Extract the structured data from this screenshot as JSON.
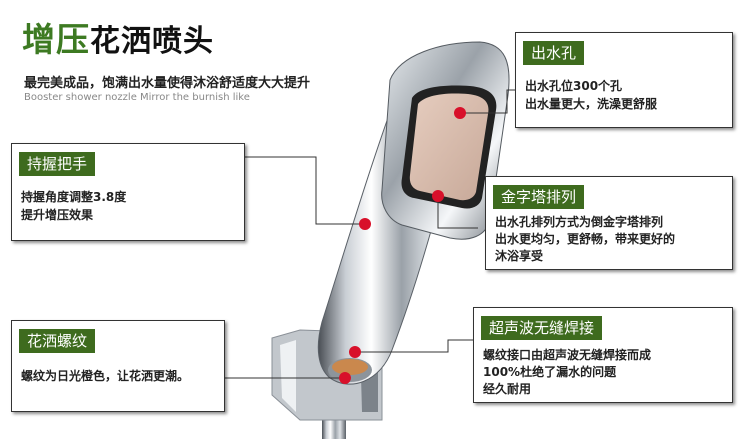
{
  "header": {
    "title_accent": "增压",
    "title_rest": "花洒喷头",
    "subtitle": "最完美成品，饱满出水量使得沐浴舒适度大大提升",
    "subtitle_en": "Booster shower nozzle Mirror the burnish like"
  },
  "callouts": [
    {
      "title": "出水孔",
      "lines": [
        "出水孔位300个孔",
        "出水量更大，洗澡更舒服"
      ]
    },
    {
      "title": "持握把手",
      "lines": [
        "持握角度调整3.8度",
        "提升增压效果"
      ]
    },
    {
      "title": "金字塔排列",
      "lines": [
        "出水孔排列方式为倒金字塔排列",
        "出水更均匀，更舒畅，带来更好的",
        "沐浴享受"
      ]
    },
    {
      "title": "超声波无缝焊接",
      "lines": [
        "螺纹接口由超声波无缝焊接而成",
        "100%杜绝了漏水的问题",
        "经久耐用"
      ]
    },
    {
      "title": "花洒螺纹",
      "lines": [
        "螺纹为日光橙色，让花洒更潮。"
      ]
    }
  ],
  "colors": {
    "accent_green": "#3d7a22",
    "tag_bg": "#3e6b1e",
    "marker_red": "#d8102a"
  }
}
